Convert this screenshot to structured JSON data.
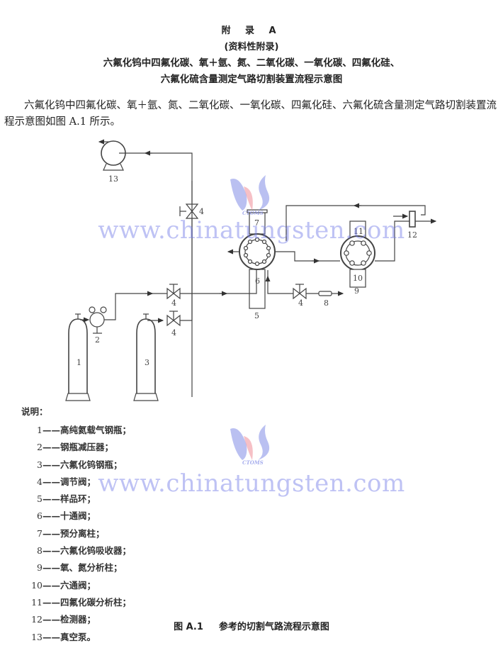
{
  "header": {
    "appendix_label": "附 录 A",
    "appendix_type": "(资料性附录)",
    "title_line1": "六氟化钨中四氟化碳、氧＋氩、氮、二氧化碳、一氧化碳、四氟化硅、",
    "title_line2": "六氟化硫含量测定气路切割装置流程示意图"
  },
  "intro": "六氟化钨中四氟化碳、氧＋氩、氮、二氧化碳、一氧化碳、四氟化硅、六氟化硫含量测定气路切割装置流程示意图如图 A.1 所示。",
  "diagram": {
    "labels": {
      "cylinder_1": "1",
      "reducer_2": "2",
      "cylinder_3": "3",
      "valve_4": "4",
      "sample_loop_5": "5",
      "ten_port_valve_6": "6",
      "precolumn_7": "7",
      "absorber_8": "8",
      "column_9": "9",
      "six_port_valve_10": "10",
      "column_11": "11",
      "detector_12": "12",
      "vacuum_pump_13": "13"
    }
  },
  "legend": {
    "header": "说明：",
    "items": [
      {
        "num": "1",
        "text": "——高纯氦载气钢瓶；"
      },
      {
        "num": "2",
        "text": "——钢瓶减压器；"
      },
      {
        "num": "3",
        "text": "——六氟化钨钢瓶；"
      },
      {
        "num": "4",
        "text": "——调节阀；"
      },
      {
        "num": "5",
        "text": "——样品环；"
      },
      {
        "num": "6",
        "text": "——十通阀；"
      },
      {
        "num": "7",
        "text": "——预分离柱；"
      },
      {
        "num": "8",
        "text": "——六氟化钨吸收器；"
      },
      {
        "num": "9",
        "text": "——氧、氮分析柱；"
      },
      {
        "num": "10",
        "text": "——六通阀；"
      },
      {
        "num": "11",
        "text": "——四氟化碳分析柱；"
      },
      {
        "num": "12",
        "text": "——检测器；"
      },
      {
        "num": "13",
        "text": "——真空泵。"
      }
    ]
  },
  "caption": {
    "figure_number": "图 A.1",
    "figure_title": "参考的切割气路流程示意图"
  },
  "watermark": {
    "url": "www.chinatungsten.com",
    "logo_text": "CTOMS",
    "colors": {
      "blue": "#8a90e8",
      "pink": "#f0a0a8"
    }
  }
}
